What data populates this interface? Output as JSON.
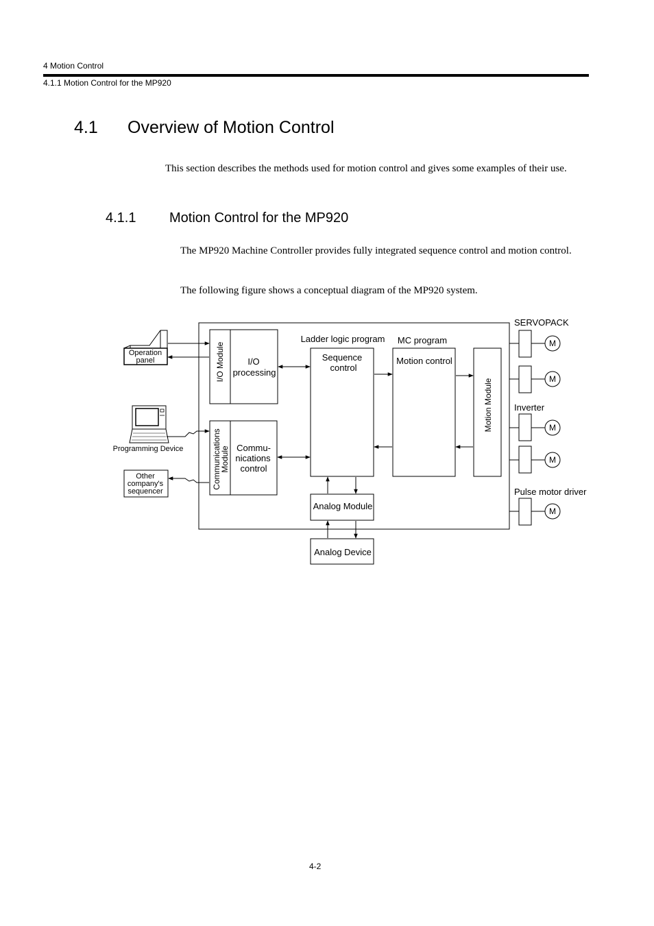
{
  "header": {
    "chapter": "4  Motion Control",
    "section": "4.1.1  Motion Control for the MP920"
  },
  "heading1": {
    "number": "4.1",
    "title": "Overview of Motion Control"
  },
  "intro_paragraph": "This section describes the methods used for motion control and gives some examples of their use.",
  "heading2": {
    "number": "4.1.1",
    "title": "Motion Control for the MP920"
  },
  "paragraph_1": "The MP920 Machine Controller provides fully integrated sequence control and motion control.",
  "paragraph_2": "The following figure shows a conceptual diagram of the MP920 system.",
  "diagram": {
    "operation_panel": [
      "Operation",
      "panel"
    ],
    "programming_device": "Programming Device",
    "other_sequencer": [
      "Other",
      "company's",
      "sequencer"
    ],
    "io_module": "I/O Module",
    "io_processing": [
      "I/O",
      "processing"
    ],
    "comm_module": [
      "Communications",
      "Module"
    ],
    "comm_control": [
      "Commu-",
      "nications",
      "control"
    ],
    "ladder_logic_program": "Ladder logic program",
    "sequence_control": [
      "Sequence",
      "control"
    ],
    "mc_program": "MC program",
    "motion_control": "Motion control",
    "motion_module": "Motion Module",
    "analog_module": "Analog Module",
    "analog_device": "Analog Device",
    "servopack": "SERVOPACK",
    "inverter": "Inverter",
    "pulse_motor_driver": "Pulse motor driver",
    "motor_label": "M"
  },
  "page_number": "4-2"
}
